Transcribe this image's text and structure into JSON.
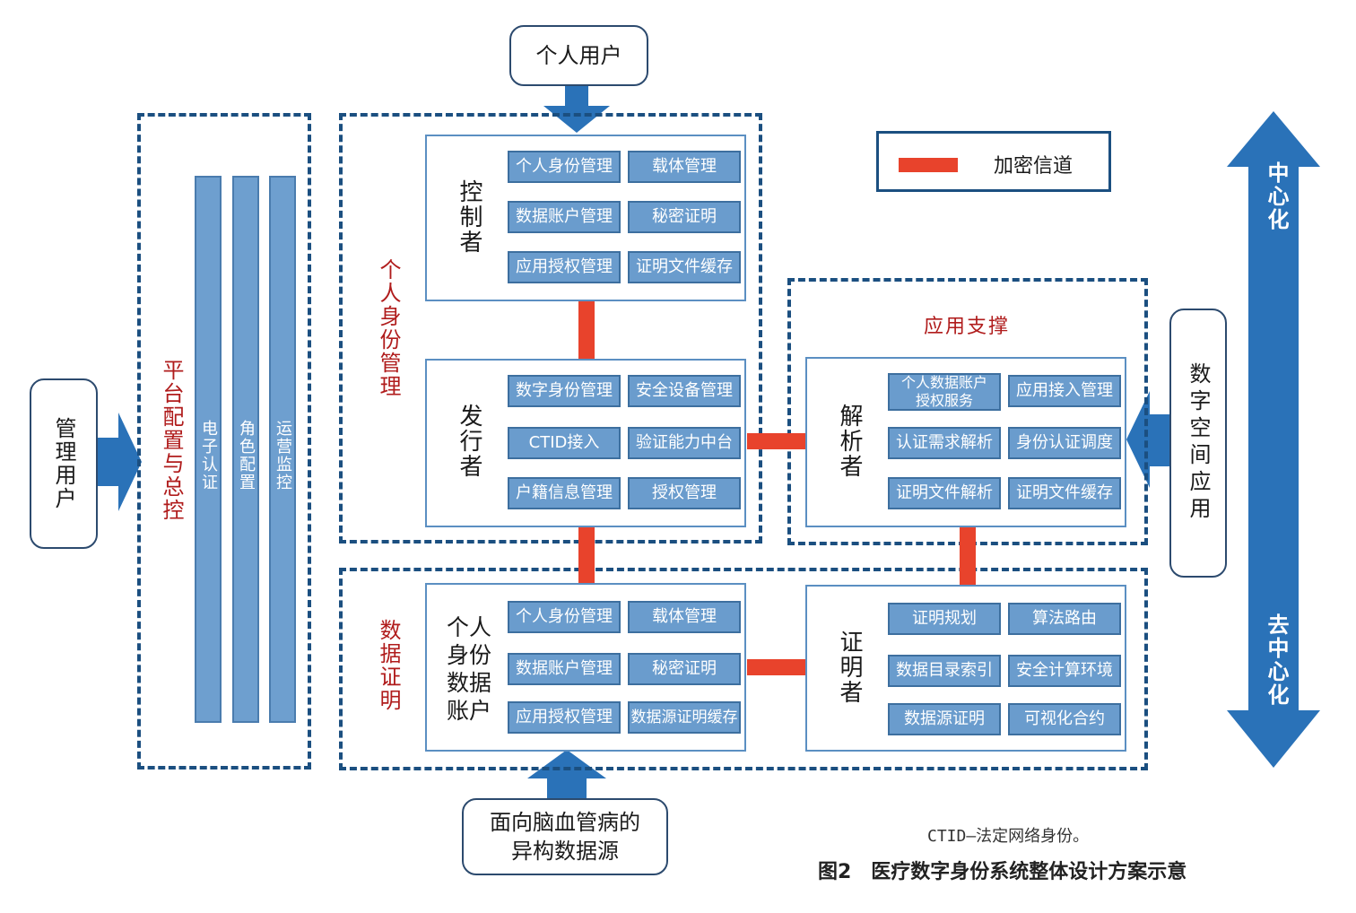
{
  "users": {
    "personal": "个人用户",
    "admin": "管理用户",
    "heterogeneous": "面向脑血管病的异构数据源",
    "digital_app": "数字空间应用"
  },
  "platform": {
    "label": "平台配置与总控",
    "bars": [
      "电子认证",
      "角色配置",
      "运营监控"
    ]
  },
  "identity_mgmt": {
    "label": "个人身份管理",
    "controller": {
      "role": "控制者",
      "items": [
        "个人身份管理",
        "载体管理",
        "数据账户管理",
        "秘密证明",
        "应用授权管理",
        "证明文件缓存"
      ]
    },
    "issuer": {
      "role": "发行者",
      "items": [
        "数字身份管理",
        "安全设备管理",
        "CTID接入",
        "验证能力中台",
        "户籍信息管理",
        "授权管理"
      ]
    }
  },
  "app_support": {
    "label": "应用支撑",
    "resolver": {
      "role": "解析者",
      "items": [
        "个人数据账户授权服务",
        "应用接入管理",
        "认证需求解析",
        "身份认证调度",
        "证明文件解析",
        "证明文件缓存"
      ]
    }
  },
  "data_proof": {
    "label": "数据证明",
    "account": {
      "role": "个人身份数据账户",
      "items": [
        "个人身份管理",
        "载体管理",
        "数据账户管理",
        "秘密证明",
        "应用授权管理",
        "数据源证明缓存"
      ]
    },
    "prover": {
      "role": "证明者",
      "items": [
        "证明规划",
        "算法路由",
        "数据目录索引",
        "安全计算环境",
        "数据源证明",
        "可视化合约"
      ]
    }
  },
  "legend": {
    "label": "加密信道",
    "color": "#e8432c"
  },
  "axis": {
    "top": "中心化",
    "bottom": "去中心化"
  },
  "caption": {
    "note": "CTID—法定网络身份。",
    "title": "图2　医疗数字身份系统整体设计方案示意"
  },
  "colors": {
    "dash": "#1b4f80",
    "button": "#6a9ccd",
    "arrow": "#2a72b8",
    "red_text": "#b01c1c"
  }
}
